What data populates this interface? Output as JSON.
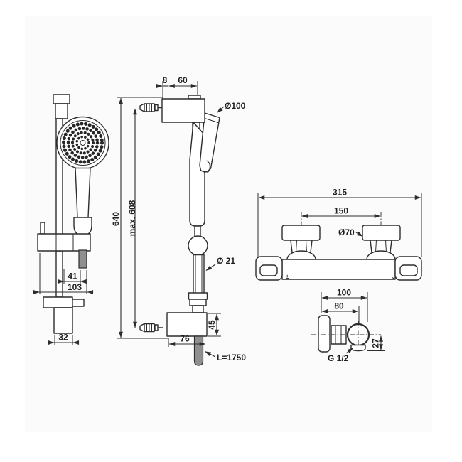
{
  "colors": {
    "line": "#2d2d2d",
    "gray_fill": "#8f8f8f",
    "background": "#ffffff"
  },
  "dims": {
    "gap_8": "8",
    "bracket_60": "60",
    "head_dia": "Ø100",
    "height_640": "640",
    "max_608": "max. 608",
    "rail_dia": "Ø 21",
    "bracket_45": "45",
    "bracket_76": "76",
    "hose_length": "L=1750",
    "slider_41": "41",
    "slider_103": "103",
    "base_32": "32",
    "width_315": "315",
    "centers_150": "150",
    "handle_dia": "Ø70",
    "depth_100": "100",
    "depth_80": "80",
    "thread": "G 1/2",
    "outlet_27": "27"
  },
  "icons": {
    "left_marking": "±",
    "right_marking": "⌄"
  }
}
